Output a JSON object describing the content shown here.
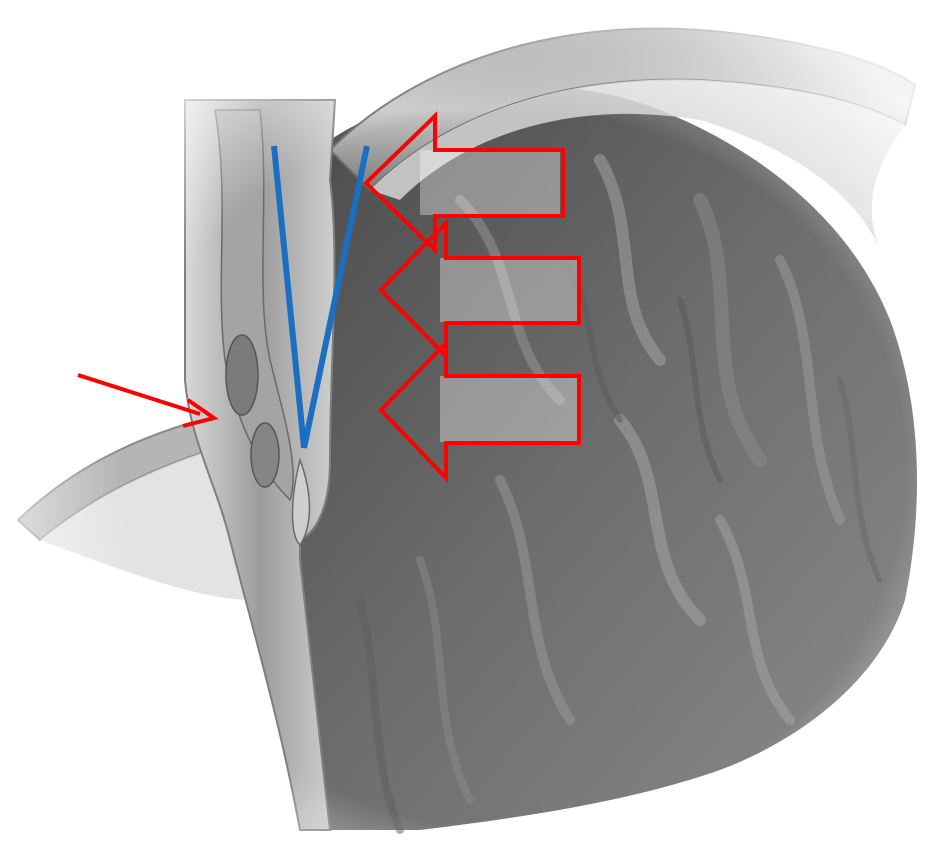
{
  "image": {
    "kind": "anatomical-cross-section",
    "palette": [
      "#ffffff",
      "#ececec",
      "#c9c9c9",
      "#9a9a9a",
      "#6a6a6a",
      "#3d3d3d"
    ]
  },
  "annotations": {
    "arrow_color": "#ff0000",
    "line_color": "#1a6fc0",
    "block_arrows": {
      "count": 3,
      "direction": "left"
    },
    "pointer_arrow": {
      "count": 1
    },
    "v_lines": {
      "count": 2
    }
  }
}
